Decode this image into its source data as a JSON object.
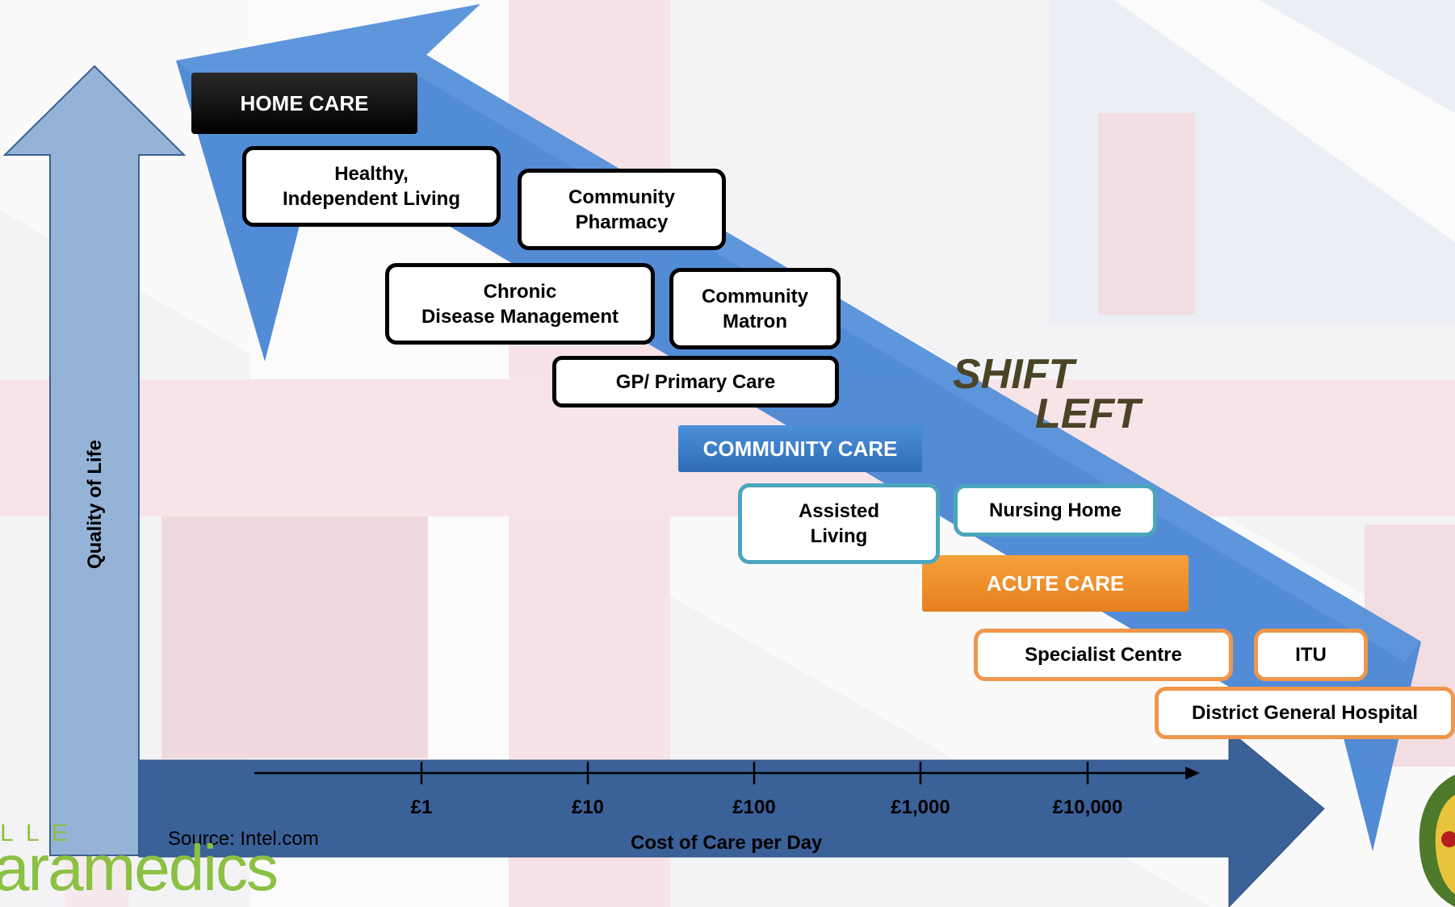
{
  "axes": {
    "y_label": "Quality of Life",
    "x_label": "Cost of Care per Day",
    "x_ticks": [
      "£1",
      "£10",
      "£100",
      "£1,000",
      "£10,000"
    ]
  },
  "sections": {
    "home_care": {
      "title": "HOME CARE",
      "items": [
        "Healthy,\nIndependent Living",
        "Community\nPharmacy",
        "Chronic\nDisease Management",
        "Community\nMatron",
        "GP/ Primary Care"
      ]
    },
    "community_care": {
      "title": "COMMUNITY CARE",
      "items": [
        "Assisted\nLiving",
        "Nursing Home"
      ]
    },
    "acute_care": {
      "title": "ACUTE CARE",
      "items": [
        "Specialist Centre",
        "ITU",
        "District General Hospital"
      ]
    }
  },
  "shift": {
    "line1": "SHIFT",
    "line2": "LEFT"
  },
  "source": "Source: Intel.com",
  "logo": {
    "fragment_top": "L L E",
    "fragment_main": "aramedics"
  },
  "colors": {
    "arrow_blue": "#4a86d4",
    "axis_blue": "#3b6199",
    "quality_arrow": "#95b3d7",
    "home_care": "#000000",
    "community_care": "#3d7ec9",
    "acute_care": "#ee8a2a",
    "logo_green": "#8cc043",
    "shift_text": "#4a4326"
  }
}
